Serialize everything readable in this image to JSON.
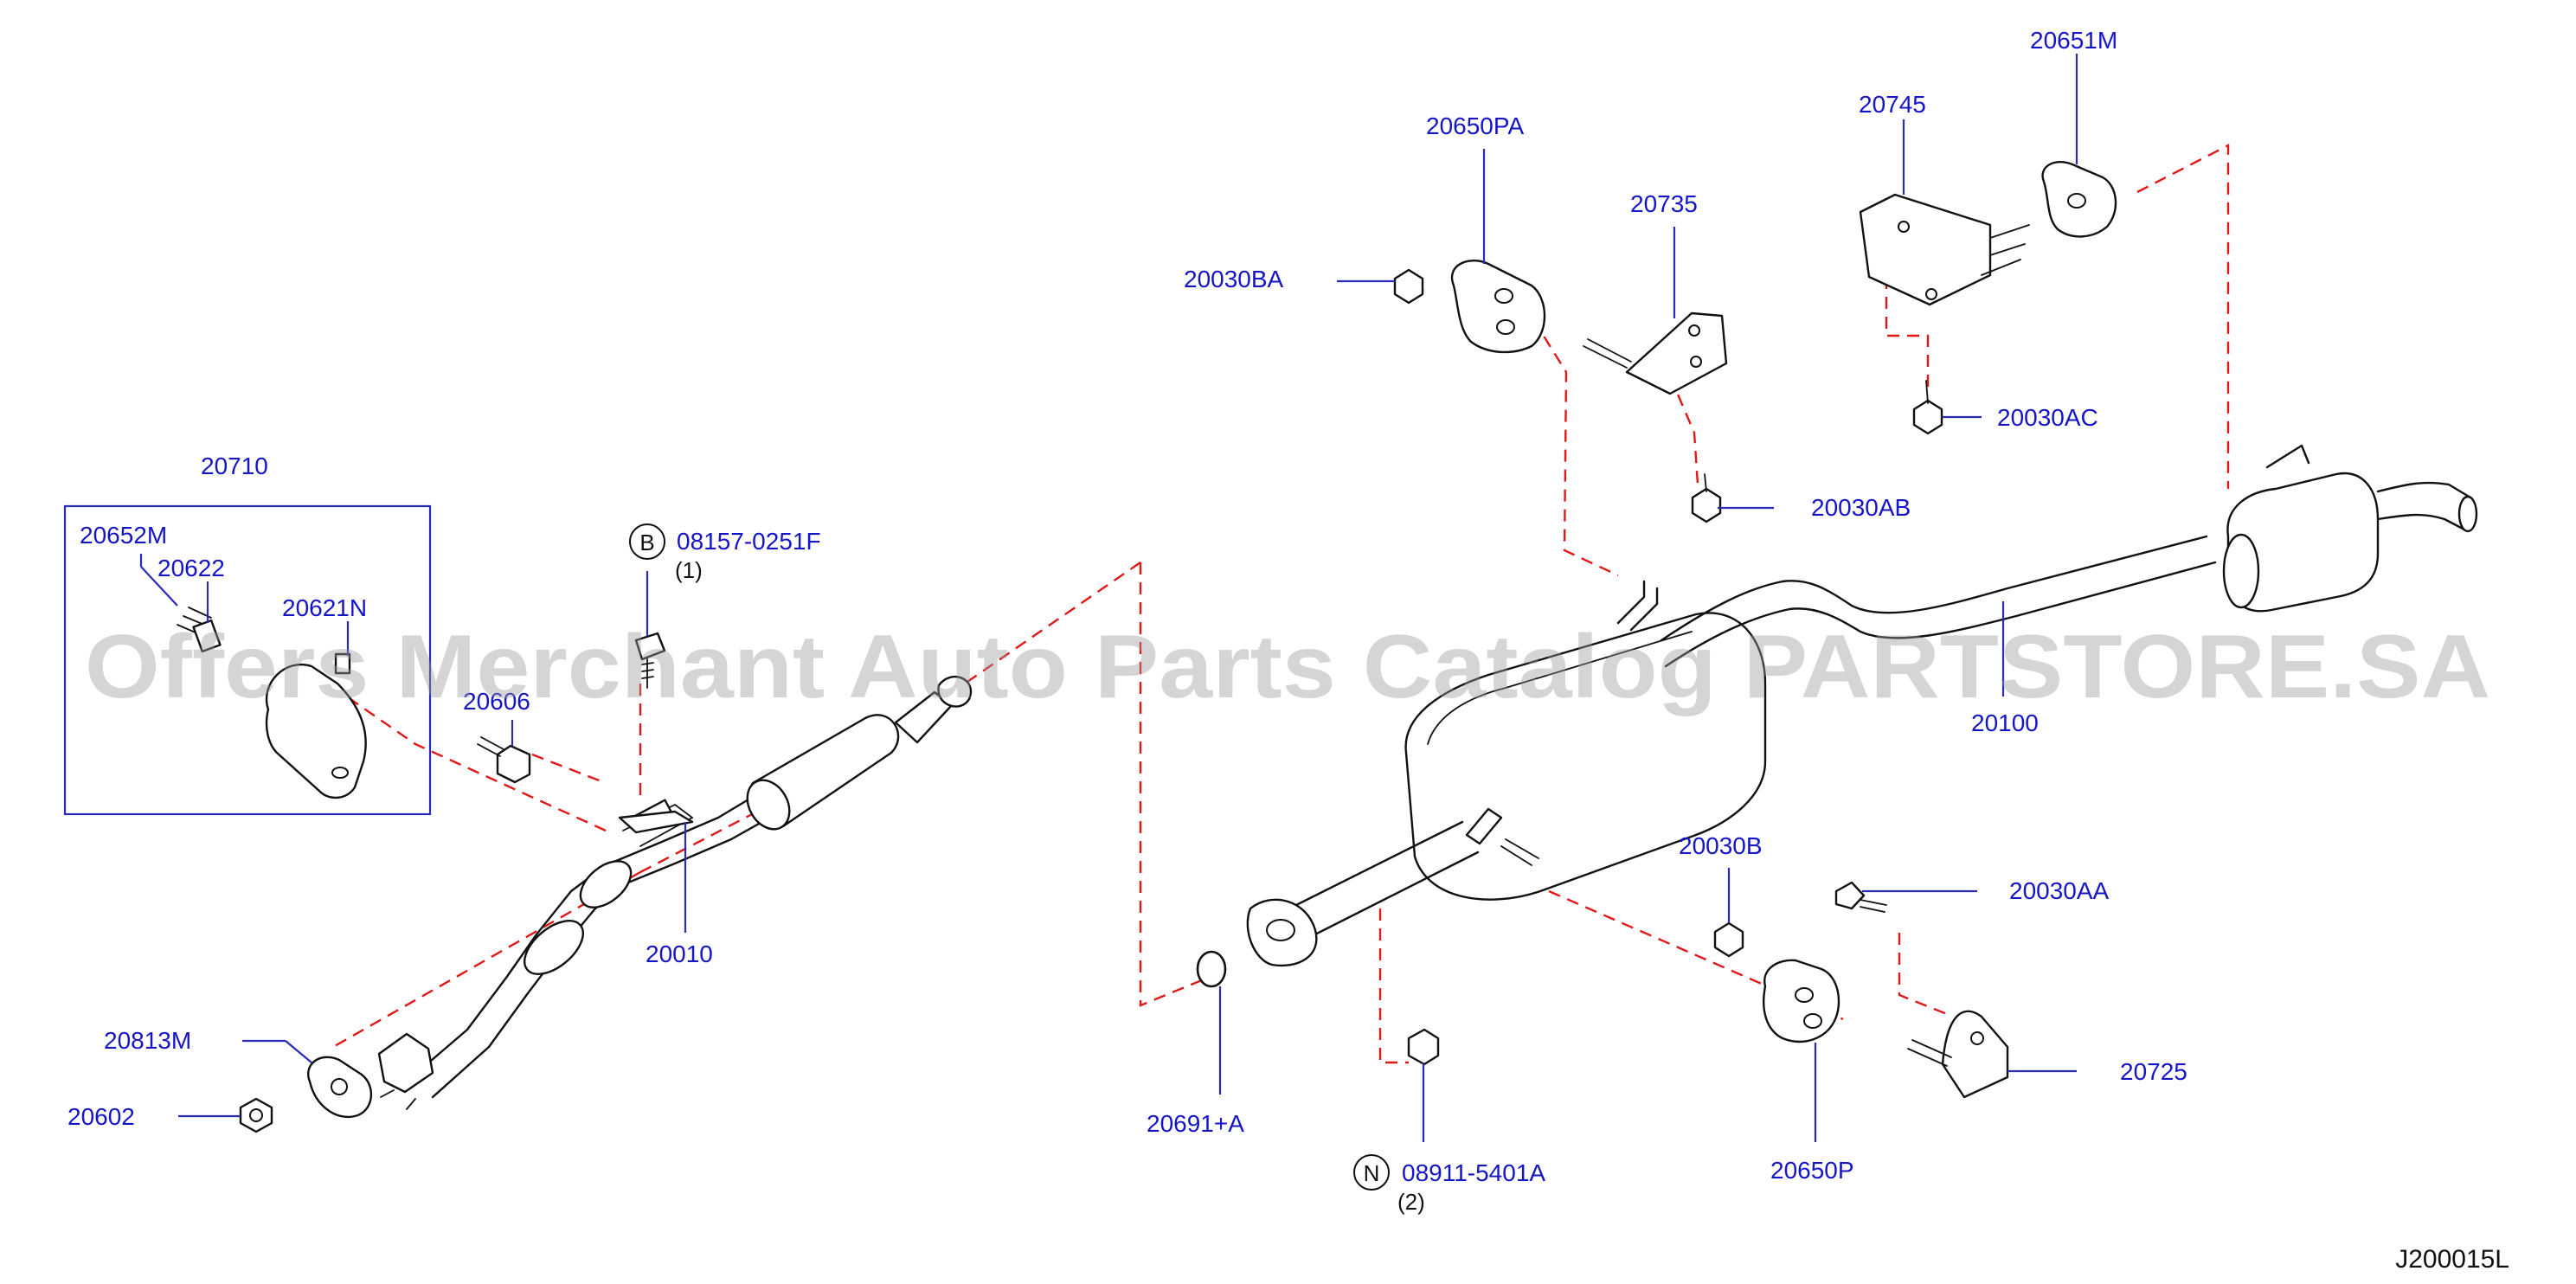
{
  "diagram": {
    "drawing_code": "J200015L",
    "watermark": "Offers Merchant Auto Parts Catalog PARTSTORE.SA",
    "colors": {
      "label": "#1515c8",
      "leader": "#2a2ab8",
      "dashed_line": "#e01818",
      "part_outline": "#111111"
    },
    "callouts": [
      {
        "id": "p20710",
        "text": "20710"
      },
      {
        "id": "p20652m",
        "text": "20652M"
      },
      {
        "id": "p20622",
        "text": "20622"
      },
      {
        "id": "p20621n",
        "text": "20621N"
      },
      {
        "id": "p20606",
        "text": "20606"
      },
      {
        "id": "p08157",
        "text": "08157-0251F",
        "symbol": "B",
        "qty": "(1)"
      },
      {
        "id": "p20010",
        "text": "20010"
      },
      {
        "id": "p20813m",
        "text": "20813M"
      },
      {
        "id": "p20602",
        "text": "20602"
      },
      {
        "id": "p20691a",
        "text": "20691+A"
      },
      {
        "id": "p08911",
        "text": "08911-5401A",
        "symbol": "N",
        "qty": "(2)"
      },
      {
        "id": "p20650pa",
        "text": "20650PA"
      },
      {
        "id": "p20030ba",
        "text": "20030BA"
      },
      {
        "id": "p20735",
        "text": "20735"
      },
      {
        "id": "p20030ab",
        "text": "20030AB"
      },
      {
        "id": "p20745",
        "text": "20745"
      },
      {
        "id": "p20651m",
        "text": "20651M"
      },
      {
        "id": "p20030ac",
        "text": "20030AC"
      },
      {
        "id": "p20100",
        "text": "20100"
      },
      {
        "id": "p20030b",
        "text": "20030B"
      },
      {
        "id": "p20030aa",
        "text": "20030AA"
      },
      {
        "id": "p20725",
        "text": "20725"
      },
      {
        "id": "p20650p",
        "text": "20650P"
      }
    ]
  }
}
